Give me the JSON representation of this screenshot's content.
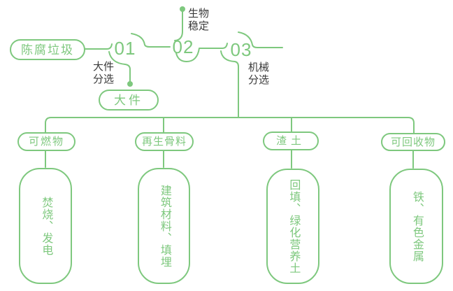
{
  "flow": {
    "source": "陈腐垃圾",
    "steps": [
      {
        "number": "01",
        "label": "大件分选",
        "output": "大件"
      },
      {
        "number": "02",
        "label": "生物稳定"
      },
      {
        "number": "03",
        "label": "机械分选"
      }
    ],
    "branches": [
      {
        "category": "可燃物",
        "detail": "焚烧、发电"
      },
      {
        "category": "再生骨料",
        "detail": "建筑材料、填埋"
      },
      {
        "category": "渣土",
        "detail": "回填、绿化营养土"
      },
      {
        "category": "可回收物",
        "detail": "铁、有色金属"
      }
    ]
  },
  "colors": {
    "accent_green": "#7ec87e",
    "label_dark": "#3a3a3a",
    "background": "#ffffff"
  }
}
